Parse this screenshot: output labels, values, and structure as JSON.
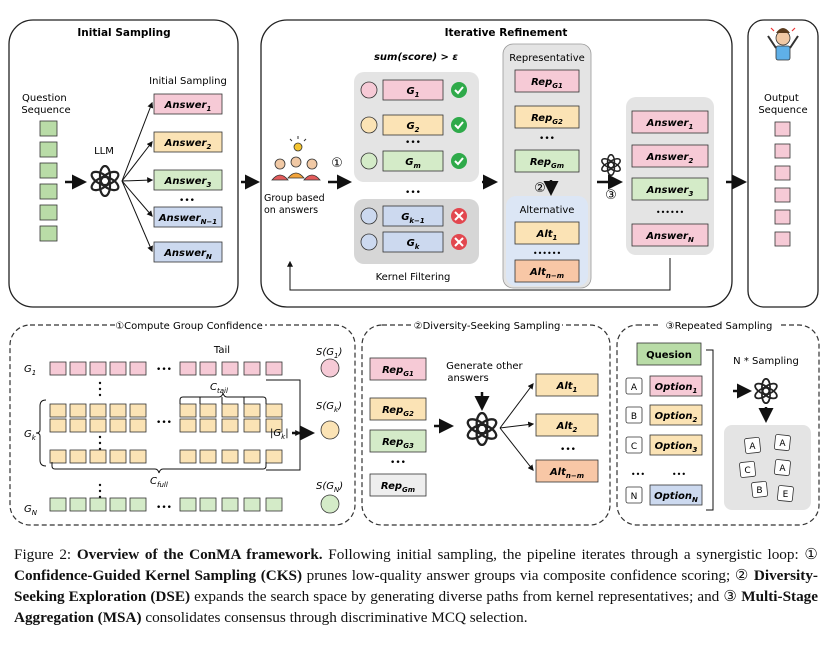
{
  "top": {
    "initial": {
      "title": "Initial Sampling",
      "question_label": [
        "Question",
        "Sequence"
      ],
      "llm": "LLM",
      "sampling_label": "Initial Sampling",
      "answers": [
        {
          "base": "Answer",
          "sub": "1",
          "color": "#f6cad6"
        },
        {
          "base": "Answer",
          "sub": "2",
          "color": "#fbe3b5"
        },
        {
          "base": "Answer",
          "sub": "3",
          "color": "#d4ebc8"
        },
        {
          "base": "Answer",
          "sub": "N−1",
          "color": "#ccd9ef"
        },
        {
          "base": "Answer",
          "sub": "N",
          "color": "#ccd9ef"
        }
      ],
      "dots": "•••"
    },
    "refine": {
      "title": "Iterative Refinement",
      "formula": "sum(score) > ε",
      "group_label": [
        "Group based",
        "on answers"
      ],
      "step1": "①",
      "step2": "②",
      "step3": "③",
      "kernel_groups": [
        {
          "base": "G",
          "sub": "1",
          "color": "#f6cad6",
          "status": "check"
        },
        {
          "base": "G",
          "sub": "2",
          "color": "#fbe3b5",
          "status": "check"
        },
        {
          "base": "G",
          "sub": "m",
          "color": "#d4ebc8",
          "status": "check"
        }
      ],
      "rejected_groups": [
        {
          "base": "G",
          "sub": "k−1",
          "color": "#ccd9ef",
          "status": "cross"
        },
        {
          "base": "G",
          "sub": "k",
          "color": "#ccd9ef",
          "status": "cross"
        }
      ],
      "kernel_label": "Kernel Filtering",
      "rep_title": "Representative",
      "reps": [
        {
          "base": "Rep",
          "sub": "G1",
          "color": "#f6cad6"
        },
        {
          "base": "Rep",
          "sub": "G2",
          "color": "#fbe3b5"
        },
        {
          "base": "Rep",
          "sub": "Gm",
          "color": "#d4ebc8"
        }
      ],
      "alt_title": "Alternative",
      "alts": [
        {
          "base": "Alt",
          "sub": "1",
          "color": "#fbe3b5"
        },
        {
          "base": "Alt",
          "sub": "n−m",
          "color": "#f8c7a6"
        }
      ],
      "out_answers": [
        {
          "base": "Answer",
          "sub": "1",
          "color": "#f6cad6"
        },
        {
          "base": "Answer",
          "sub": "2",
          "color": "#f6cad6"
        },
        {
          "base": "Answer",
          "sub": "3",
          "color": "#d4ebc8"
        },
        {
          "base": "Answer",
          "sub": "N",
          "color": "#f6cad6"
        }
      ],
      "dots": "•••",
      "dots6": "••••••"
    },
    "output": {
      "label": [
        "Output",
        "Sequence"
      ]
    }
  },
  "bottom": {
    "confidence": {
      "title": "①Compute Group Confidence",
      "tail": "Tail",
      "c_tail": {
        "base": "C",
        "sub": "tail"
      },
      "c_full": {
        "base": "C",
        "sub": "full"
      },
      "g1": {
        "base": "G",
        "sub": "1"
      },
      "gk": {
        "base": "G",
        "sub": "k"
      },
      "gn": {
        "base": "G",
        "sub": "N"
      },
      "gk_abs": "|G",
      "s_g1": {
        "base": "S(G",
        "sub": "1",
        "end": ")"
      },
      "s_gk": {
        "base": "S(G",
        "sub": "k",
        "end": ")"
      },
      "s_gn": {
        "base": "S(G",
        "sub": "N",
        "end": ")"
      },
      "dots": "•••"
    },
    "diversity": {
      "title": "②Diversity-Seeking Sampling",
      "gen_label": [
        "Generate other",
        "answers"
      ],
      "reps": [
        {
          "base": "Rep",
          "sub": "G1",
          "color": "#f6cad6"
        },
        {
          "base": "Rep",
          "sub": "G2",
          "color": "#fbe3b5"
        },
        {
          "base": "Rep",
          "sub": "G3",
          "color": "#d4ebc8"
        },
        {
          "base": "Rep",
          "sub": "Gm",
          "color": "#eeeeee"
        }
      ],
      "alts": [
        {
          "base": "Alt",
          "sub": "1",
          "color": "#fbe3b5"
        },
        {
          "base": "Alt",
          "sub": "2",
          "color": "#fbe3b5"
        },
        {
          "base": "Alt",
          "sub": "n−m",
          "color": "#f8c7a6"
        }
      ],
      "dots": "•••"
    },
    "repeated": {
      "title": "③Repeated Sampling",
      "question": "Quesion",
      "n_sampling": "N * Sampling",
      "options": [
        {
          "letter": "A",
          "base": "Option",
          "sub": "1",
          "color": "#f6cad6"
        },
        {
          "letter": "B",
          "base": "Option",
          "sub": "2",
          "color": "#fbe3b5"
        },
        {
          "letter": "C",
          "base": "Option",
          "sub": "3",
          "color": "#fbe3b5"
        },
        {
          "letter": "N",
          "base": "Option",
          "sub": "N",
          "color": "#ccd9ef"
        }
      ],
      "scatter": [
        "A",
        "A",
        "C",
        "A",
        "B",
        "E"
      ],
      "dots": "•••"
    }
  },
  "caption": {
    "lead": "Figure 2: ",
    "title": "Overview of the ConMA framework.",
    "t1": " Following initial sampling, the pipeline iterates through a synergistic loop: ① ",
    "b1": "Confidence-Guided Kernel Sampling (CKS)",
    "t2": " prunes low-quality answer groups via composite confidence scoring; ② ",
    "b2": "Diversity-Seeking Exploration (DSE)",
    "t3": " expands the search space by generating diverse paths from kernel representatives; and ③ ",
    "b3": "Multi-Stage Aggregation (MSA)",
    "t4": " consolidates consensus through discriminative MCQ selection."
  },
  "colors": {
    "pink": "#f6cad6",
    "yellow": "#fbe3b5",
    "green": "#d4ebc8",
    "blue": "#ccd9ef",
    "orange": "#f8c7a6",
    "gray_panel": "#e4e4e4",
    "blue_panel": "#dce6f5",
    "check": "#2faa4a",
    "cross": "#e2474f"
  }
}
